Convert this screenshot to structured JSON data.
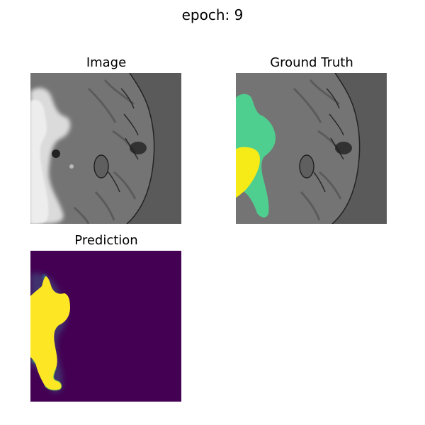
{
  "figure": {
    "title": "epoch: 9"
  },
  "panels": {
    "image": {
      "title": "Image"
    },
    "ground_truth": {
      "title": "Ground Truth"
    },
    "prediction": {
      "title": "Prediction"
    }
  },
  "colors": {
    "figure_background": "#ffffff",
    "scan_background": "#5a5a5a",
    "scan_tissue": "#757575",
    "scan_bright": "#e3e3e3",
    "overlay_edema": "#4fcf8f",
    "overlay_core": "#f6ea17",
    "prediction_background": "#440154",
    "prediction_mid": "#35b779",
    "prediction_high": "#fde725"
  }
}
